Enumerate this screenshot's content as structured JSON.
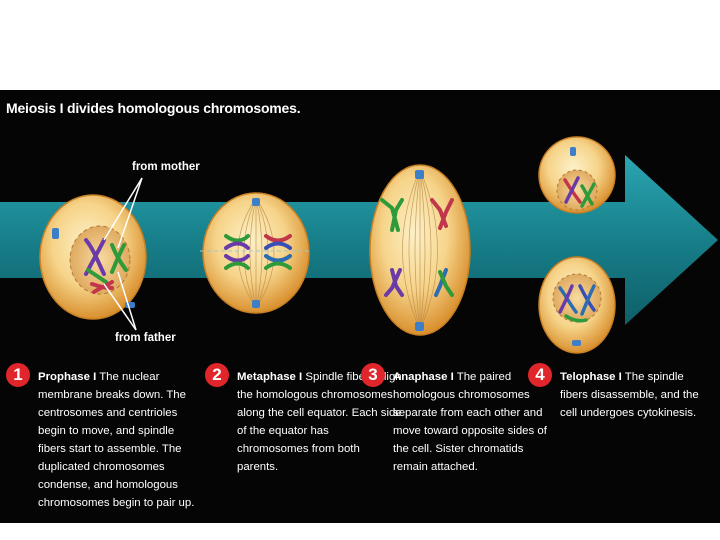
{
  "title": "Meiosis I divides homologous chromosomes.",
  "labels": {
    "from_mother": "from mother",
    "from_father": "from father"
  },
  "colors": {
    "background": "#050505",
    "arrow": "#1e8c96",
    "cell_fill": "#f4c873",
    "cell_edge": "#d18a2c",
    "number_badge": "#e0262b",
    "chromosome_purple": "#6a3aa8",
    "chromosome_green": "#2f9a3a",
    "chromosome_red": "#c2364b",
    "chromosome_blue": "#2c6cb0",
    "centrosome": "#3d7ec8"
  },
  "steps": [
    {
      "number": "1",
      "name": "Prophase I",
      "text": "The nuclear membrane breaks down. The centrosomes and centrioles begin to move, and spindle fibers start to assemble. The duplicated chromosomes condense, and homologous chromosomes begin to pair up."
    },
    {
      "number": "2",
      "name": "Metaphase I",
      "text": "Spindle fibers align the homologous chromosomes along the cell equator. Each side of the equator has chromosomes from both parents."
    },
    {
      "number": "3",
      "name": "Anaphase I",
      "text": "The paired homologous chromosomes separate from each other and move toward opposite sides of the cell. Sister chromatids remain attached."
    },
    {
      "number": "4",
      "name": "Telophase I",
      "text": "The spindle fibers disassemble, and the cell undergoes cytokinesis."
    }
  ]
}
